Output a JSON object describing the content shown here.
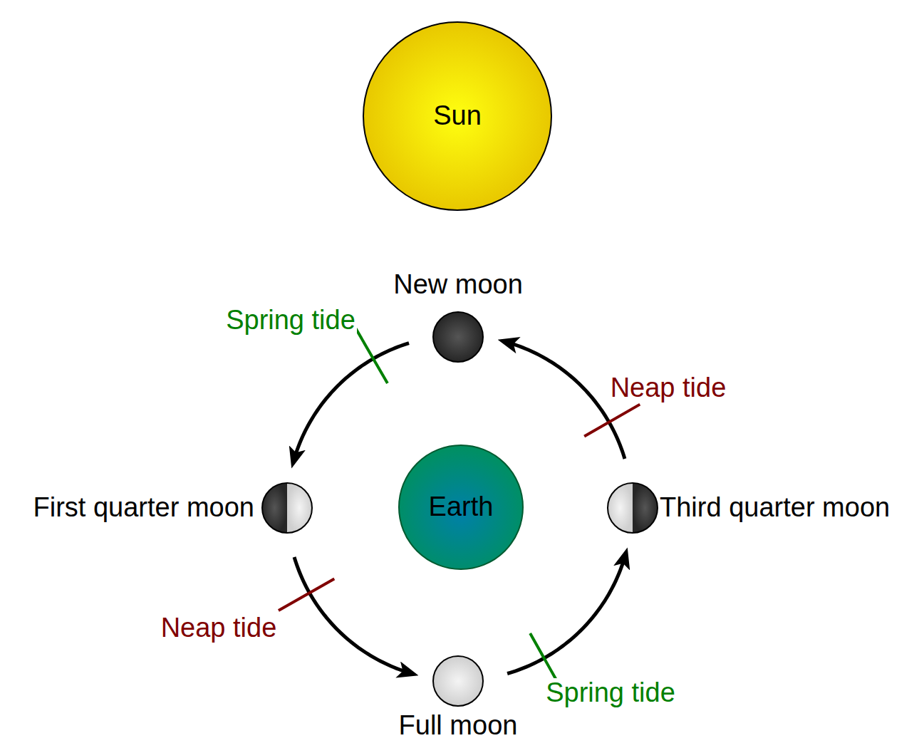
{
  "diagram": {
    "nodes": [
      {
        "text": [
          "Sun"
        ]
      },
      {
        "text": [
          "New moon"
        ]
      },
      {
        "text": [
          "First quarter moon"
        ]
      },
      {
        "text": [
          "Earth"
        ]
      },
      {
        "text": [
          "Third quarter moon"
        ]
      },
      {
        "text": [
          "Full moon"
        ]
      }
    ],
    "edges": [
      {
        "from": 1,
        "to": 2,
        "arrow": "to",
        "label": "Spring tide"
      },
      {
        "from": 2,
        "to": 5,
        "arrow": "to",
        "label": "Neap tide"
      },
      {
        "from": 5,
        "to": 4,
        "arrow": "to",
        "label": "Spring tide"
      },
      {
        "from": 4,
        "to": 1,
        "arrow": "to",
        "label": "Neap tide"
      }
    ]
  }
}
